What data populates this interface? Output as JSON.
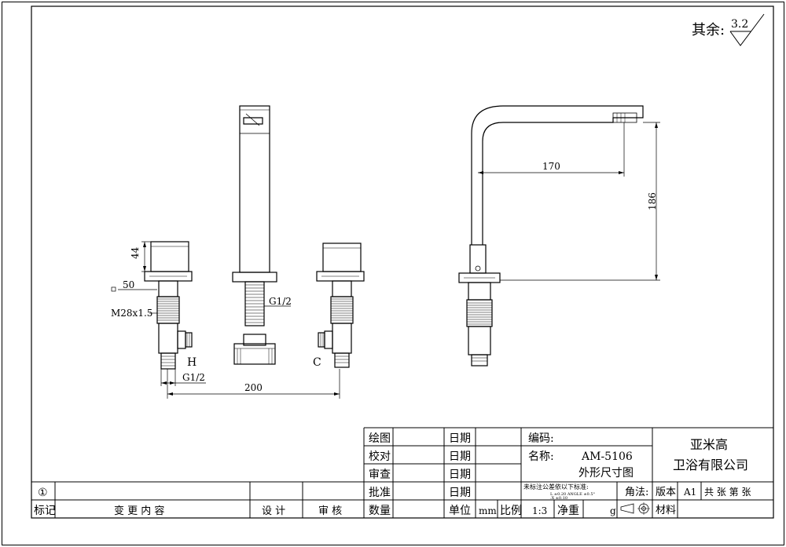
{
  "roughness": {
    "label": "其余:",
    "value": "3.2"
  },
  "dimensions": {
    "h44": "44",
    "d50": "50",
    "thread_m28": "M28x1.5",
    "g12_left": "G1/2",
    "g12_mid": "G1/2",
    "w200": "200",
    "w170": "170",
    "h186": "186",
    "hot": "H",
    "cold": "C"
  },
  "title_block": {
    "drawn": "绘图",
    "checked": "校对",
    "reviewed": "审查",
    "approved": "批准",
    "qty": "数量",
    "date": "日期",
    "unit": "单位",
    "unit_val": "mm",
    "scale": "比例",
    "scale_val": "1:3",
    "net_weight": "净重",
    "weight_unit": "g",
    "code": "编码:",
    "name_label": "名称:",
    "model": "AM-5106",
    "drawing_title": "外形尺寸图",
    "company_line1": "亚米高",
    "company_line2": "卫浴有限公司",
    "tolerance_title": "未标注公差依以下标准:",
    "tolerance_row1": "L      ±0.20   ANGLE   ±0.5°",
    "tolerance_row2": ".X     ±0.10",
    "angle": "角法:",
    "version": "版本",
    "version_val": "A1",
    "sheets": "共  张 第  张",
    "material": "材料",
    "revision_mark": "①",
    "mark": "标记",
    "change": "变 更 内 容",
    "design": "设 计",
    "audit": "审 核"
  }
}
